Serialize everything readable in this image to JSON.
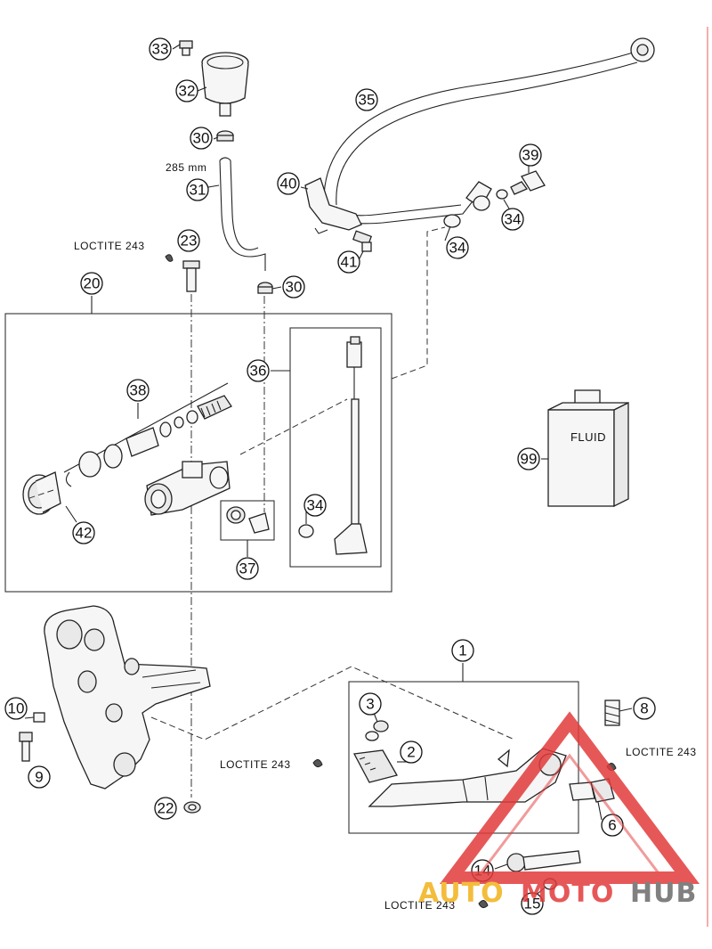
{
  "callouts": {
    "c1": "1",
    "c2": "2",
    "c3": "3",
    "c6": "6",
    "c8": "8",
    "c9": "9",
    "c10": "10",
    "c14": "14",
    "c15": "15",
    "c20": "20",
    "c22": "22",
    "c23": "23",
    "c30a": "30",
    "c30b": "30",
    "c31": "31",
    "c32": "32",
    "c33": "33",
    "c34a": "34",
    "c34b": "34",
    "c34c": "34",
    "c35": "35",
    "c36": "36",
    "c37": "37",
    "c38": "38",
    "c39": "39",
    "c40": "40",
    "c41": "41",
    "c42": "42",
    "c99": "99"
  },
  "notes": {
    "hose_length": "285 mm",
    "loctite_top": "LOCTITE 243",
    "loctite_mid": "LOCTITE 243",
    "loctite_right": "LOCTITE 243",
    "loctite_bottom": "LOCTITE 243",
    "fluid_label": "FLUID"
  },
  "watermark": {
    "brand_a": "AUTO",
    "brand_b": "MOTO",
    "brand_c": "HUB",
    "color_red": "#e23b3b",
    "color_yellow": "#f2b21b",
    "color_gray": "#6a6a6a"
  }
}
